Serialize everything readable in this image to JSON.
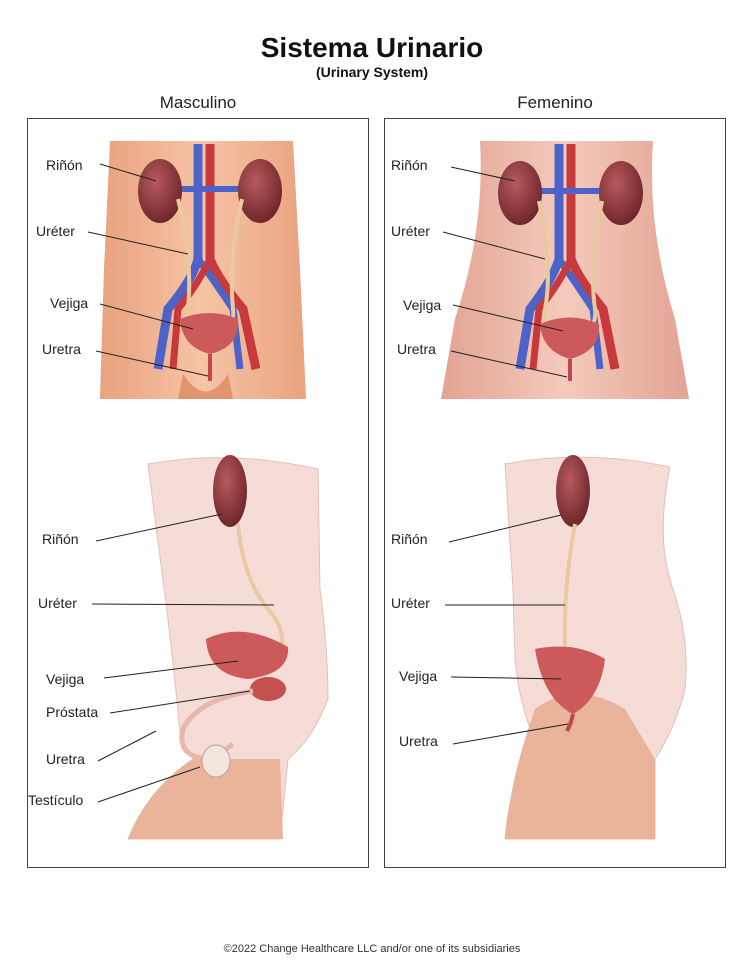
{
  "title": "Sistema Urinario",
  "subtitle": "(Urinary System)",
  "panels": {
    "male": {
      "heading": "Masculino",
      "front_labels": {
        "kidney": "Riñón",
        "ureter": "Uréter",
        "bladder": "Vejiga",
        "urethra": "Uretra"
      },
      "side_labels": {
        "kidney": "Riñón",
        "ureter": "Uréter",
        "bladder": "Vejiga",
        "prostate": "Próstata",
        "urethra": "Uretra",
        "testicle": "Testículo"
      }
    },
    "female": {
      "heading": "Femenino",
      "front_labels": {
        "kidney": "Riñón",
        "ureter": "Uréter",
        "bladder": "Vejiga",
        "urethra": "Uretra"
      },
      "side_labels": {
        "kidney": "Riñón",
        "ureter": "Uréter",
        "bladder": "Vejiga",
        "urethra": "Uretra"
      }
    }
  },
  "footer": "©2022 Change Healthcare LLC and/or one of its subsidiaries",
  "colors": {
    "skin_male": "#f2b796",
    "skin_female": "#eebcae",
    "side_body": "#f6dcd6",
    "kidney": "#7d2e33",
    "vein": "#4d63c8",
    "artery": "#c8393c",
    "bladder": "#cc5a5a",
    "ureter": "#e8c9a0"
  }
}
